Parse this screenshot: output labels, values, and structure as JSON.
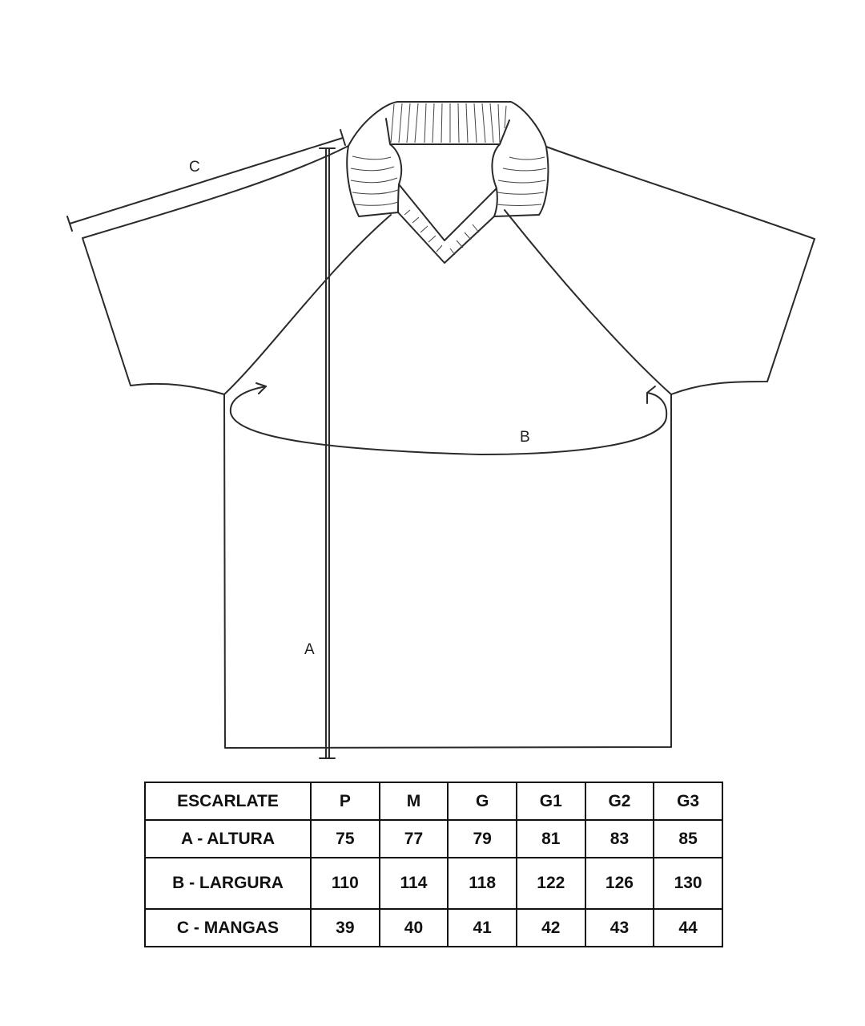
{
  "diagram": {
    "labels": {
      "a": "A",
      "b": "B",
      "c": "C"
    }
  },
  "table": {
    "headers": [
      "ESCARLATE",
      "P",
      "M",
      "G",
      "G1",
      "G2",
      "G3"
    ],
    "rows": [
      {
        "label": "A - ALTURA",
        "values": [
          "75",
          "77",
          "79",
          "81",
          "83",
          "85"
        ]
      },
      {
        "label": "B - LARGURA",
        "values": [
          "110",
          "114",
          "118",
          "122",
          "126",
          "130"
        ]
      },
      {
        "label": "C - MANGAS",
        "values": [
          "39",
          "40",
          "41",
          "42",
          "43",
          "44"
        ]
      }
    ]
  }
}
